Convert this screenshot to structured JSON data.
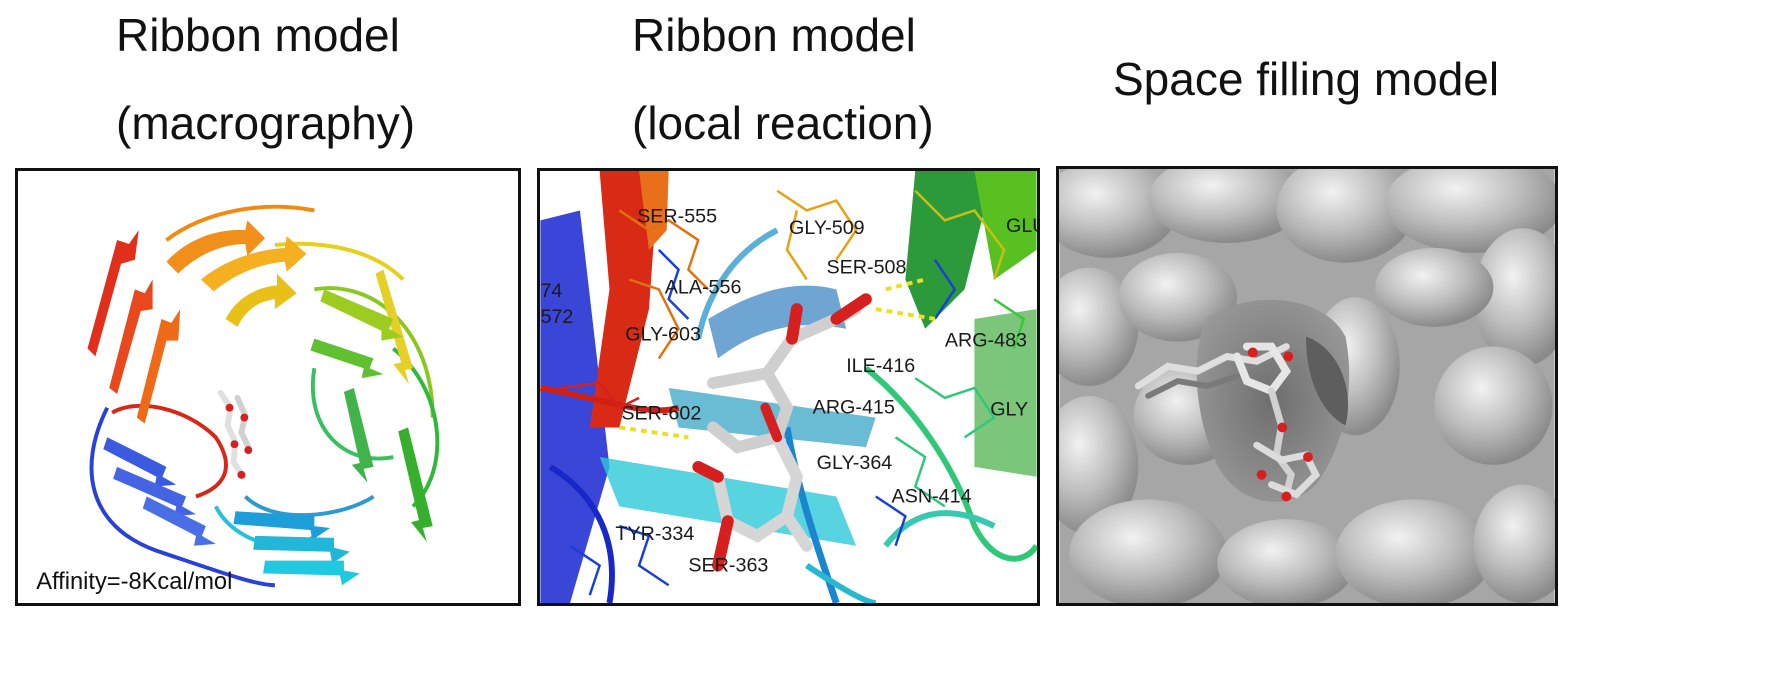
{
  "panels": [
    {
      "caption_line1": "Ribbon model",
      "caption_line2": "(macrography)",
      "annotation": "Affinity=-8Kcal/mol"
    },
    {
      "caption_line1": "Ribbon model",
      "caption_line2": "(local reaction)",
      "residue_labels": {
        "ser555": "SER-555",
        "gly509": "GLY-509",
        "ser508": "SER-508",
        "glu": "GLU",
        "ala556": "ALA-556",
        "r74": "74",
        "r572": "572",
        "arg483": "ARG-483",
        "gly603": "GLY-603",
        "ile416": "ILE-416",
        "ser602": "SER-602",
        "arg415": "ARG-415",
        "gly": "GLY",
        "gly364": "GLY-364",
        "asn414": "ASN-414",
        "tyr334": "TYR-334",
        "ser363": "SER-363"
      }
    },
    {
      "caption_line1": "Space filling model"
    }
  ],
  "colors": {
    "frame": "#111111",
    "surface": "#a8a8a8",
    "ligand_carbon": "#d9d9d9",
    "ligand_oxygen": "#d62020",
    "hbond": "#e8e020"
  }
}
